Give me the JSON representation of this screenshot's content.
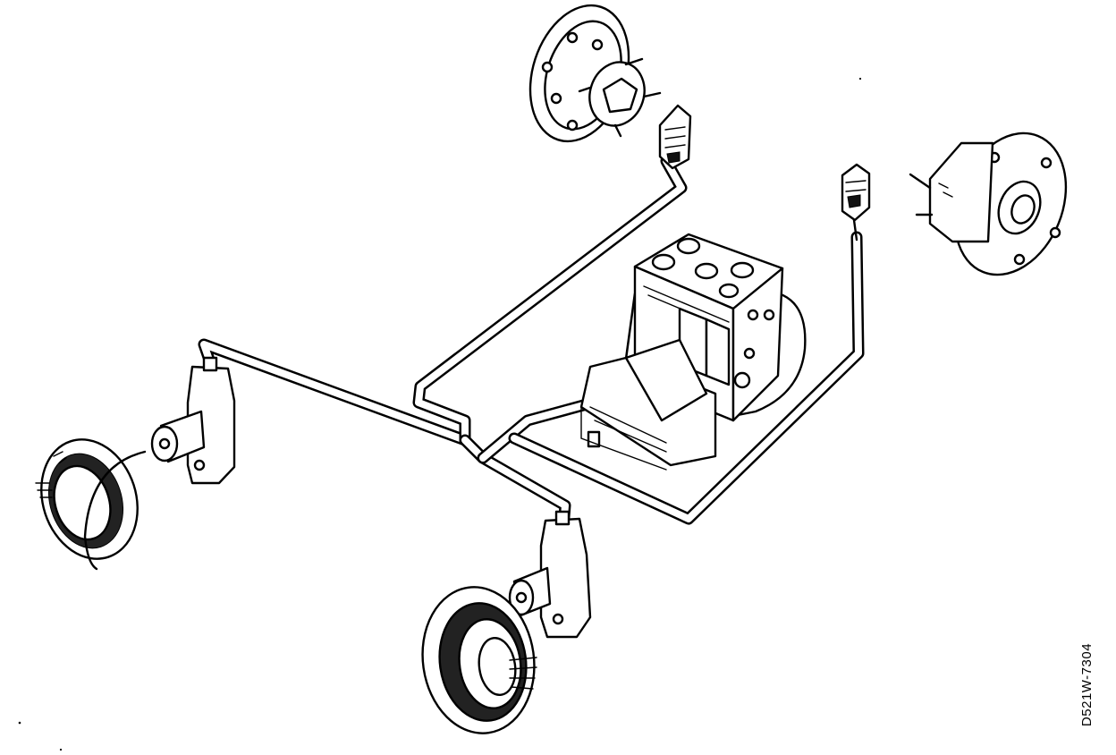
{
  "figure": {
    "code": "D521W-7304"
  },
  "components": {
    "abs_unit": "abs-hydraulic-control-unit",
    "front_left_hub": "hub-with-sensor",
    "front_right_hub": "hub-with-sensor",
    "rear_left_sensor": "wheel-speed-sensor",
    "rear_right_sensor": "wheel-speed-sensor",
    "connectors": 2
  }
}
